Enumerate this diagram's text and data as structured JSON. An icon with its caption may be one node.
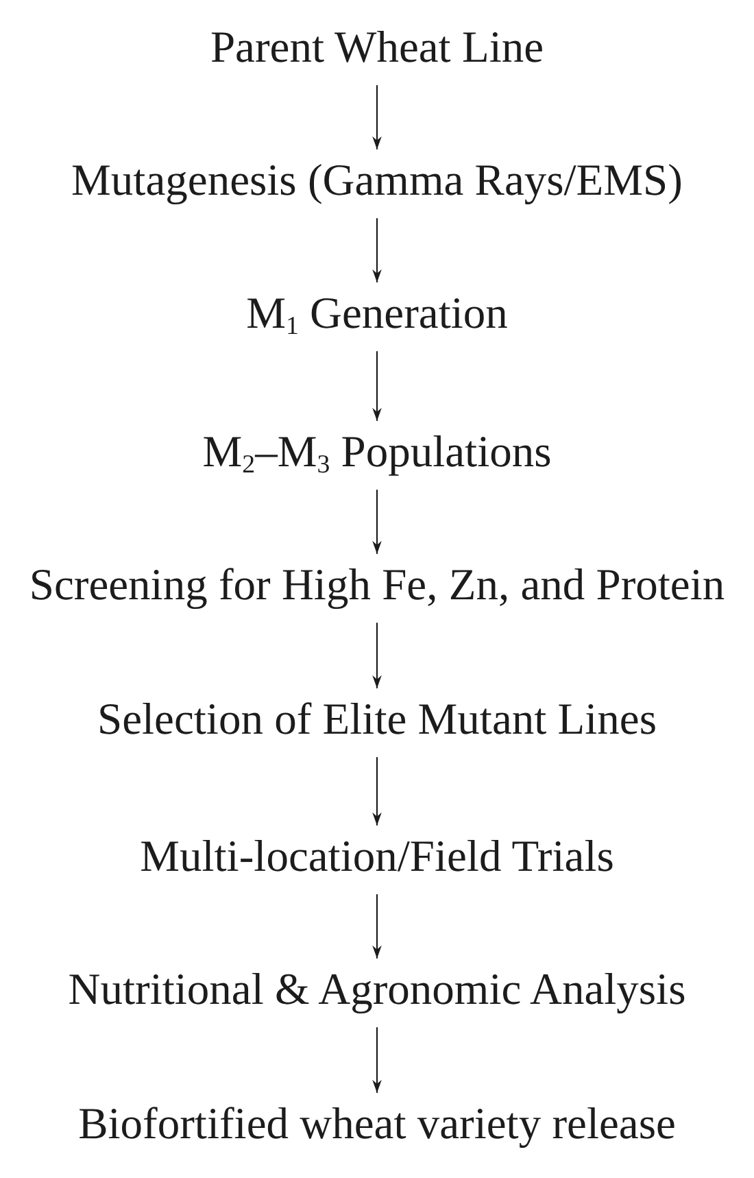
{
  "diagram": {
    "nodes": [
      {
        "text": [
          "Parent Wheat Line"
        ]
      },
      {
        "text": [
          "Mutagenesis (Gamma Rays/EMS)"
        ]
      },
      {
        "text": [
          "M$_{1}$ Generation"
        ]
      },
      {
        "text": [
          "M$_{2}$–M$_{3}$ Populations"
        ]
      },
      {
        "text": [
          "Screening for High Fe, Zn, and Protein"
        ]
      },
      {
        "text": [
          "Selection of Elite Mutant Lines"
        ]
      },
      {
        "text": [
          "Multi-location/Field Trials"
        ]
      },
      {
        "text": [
          "Nutritional & Agronomic Analysis"
        ]
      },
      {
        "text": [
          "Biofortified wheat variety release"
        ]
      }
    ],
    "edges": [
      {
        "from": 0,
        "to": 1,
        "arrow": "to"
      },
      {
        "from": 1,
        "to": 2,
        "arrow": "to"
      },
      {
        "from": 2,
        "to": 3,
        "arrow": "to"
      },
      {
        "from": 3,
        "to": 4,
        "arrow": "to"
      },
      {
        "from": 4,
        "to": 5,
        "arrow": "to"
      },
      {
        "from": 5,
        "to": 6,
        "arrow": "to"
      },
      {
        "from": 6,
        "to": 7,
        "arrow": "to"
      },
      {
        "from": 7,
        "to": 8,
        "arrow": "to"
      }
    ]
  }
}
